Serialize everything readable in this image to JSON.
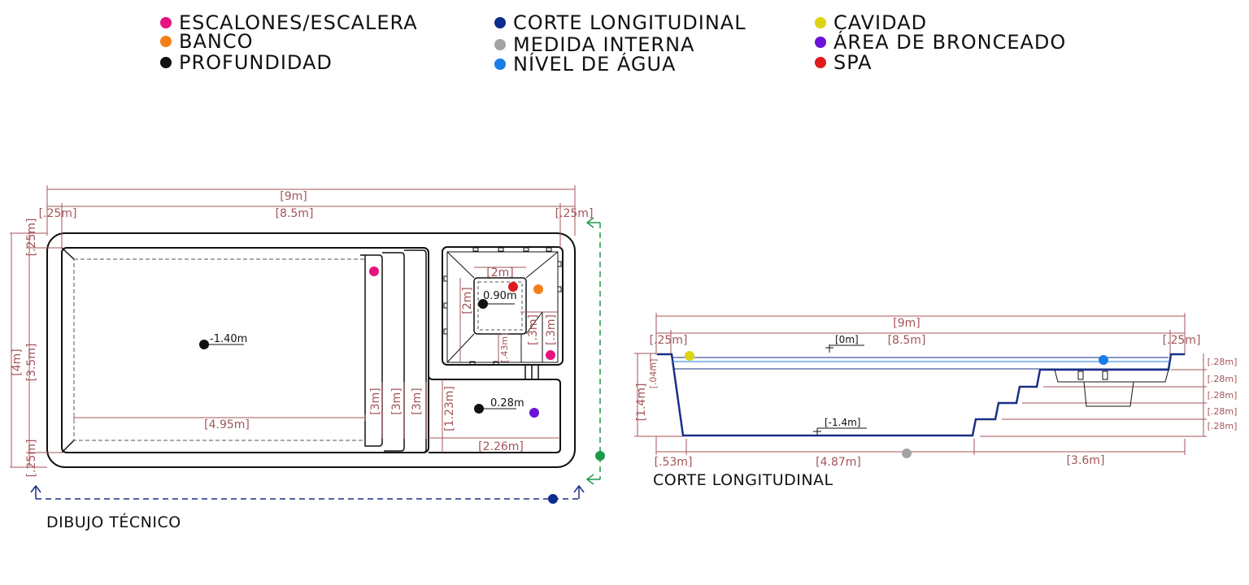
{
  "legend": [
    {
      "label": "ESCALONES/ESCALERA",
      "color": "#e8127e"
    },
    {
      "label": "BANCO",
      "color": "#f57f17"
    },
    {
      "label": "PROFUNDIDAD",
      "color": "#111111"
    },
    {
      "label": "CORTE LONGITUDINAL",
      "color": "#0d2d8c"
    },
    {
      "label": "MEDIDA INTERNA",
      "color": "#a3a3a3"
    },
    {
      "label": "NÍVEL DE ÁGUA",
      "color": "#1a7de6"
    },
    {
      "label": "CAVIDAD",
      "color": "#dcd312"
    },
    {
      "label": "ÁREA DE BRONCEADO",
      "color": "#6a12d6"
    },
    {
      "label": "SPA",
      "color": "#e01b1b"
    }
  ],
  "plan": {
    "caption": "DIBUJO TÉCNICO",
    "dims": {
      "total_width": "[9m]",
      "left_wall": "[.25m]",
      "inner_width": "[8.5m]",
      "right_wall": "[.25m]",
      "top_wall": "[.25m]",
      "total_height": "[4m]",
      "inner_height": "[3.5m]",
      "bottom_wall": "[.25m]",
      "deep_length": "[4.95m]",
      "step_1": "[3m]",
      "step_2": "[3m]",
      "step_3": "[3m]",
      "spa_width": "[2m]",
      "spa_height": "[2m]",
      "spa_small": "[.43m]",
      "spa_step_1": "[.3m]",
      "spa_step_2": "[.3m]",
      "tanning_height": "[1.23m]",
      "tanning_width": "[2.26m]"
    },
    "depths": {
      "deep": "-1.40m",
      "spa": "0.90m",
      "tanning": "0.28m"
    }
  },
  "section": {
    "caption": "CORTE LONGITUDINAL",
    "dims": {
      "total_width": "[9m]",
      "left_wall": "[.25m]",
      "inner_width": "[8.5m]",
      "right_wall": "[.25m]",
      "water_level": "[0m]",
      "floor_level": "[-1.4m]",
      "depth": "[1.4m]",
      "freeboard": "[.04m]",
      "slope": "[.53m]",
      "floor_length": "[4.87m]",
      "steps_length": "[3.6m]",
      "riser_1": "[.28m]",
      "riser_2": "[.28m]",
      "riser_3": "[.28m]",
      "riser_4": "[.28m]",
      "riser_5": "[.28m]"
    }
  }
}
